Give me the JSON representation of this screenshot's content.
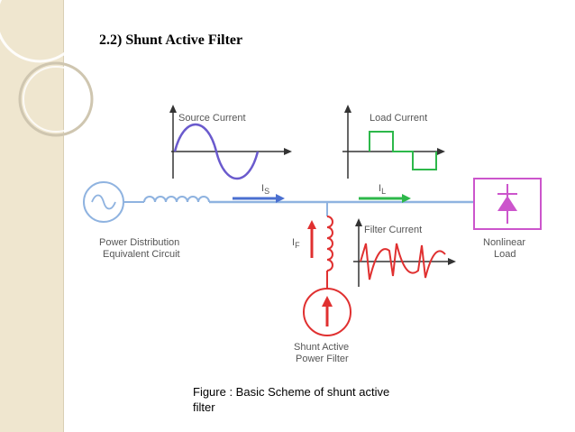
{
  "slide": {
    "title": "2.2) Shunt Active Filter"
  },
  "diagram": {
    "source_current_label": "Source Current",
    "load_current_label": "Load Current",
    "filter_current_label": "Filter Current",
    "is_label": "I",
    "is_sub": "S",
    "il_label": "I",
    "il_sub": "L",
    "if_label": "I",
    "if_sub": "F",
    "source_label_line1": "Power Distribution",
    "source_label_line2": "Equivalent Circuit",
    "load_label_line1": "Nonlinear",
    "load_label_line2": "Load",
    "filter_label_line1": "Shunt Active",
    "filter_label_line2": "Power Filter",
    "colors": {
      "source_wave": "#6a5acd",
      "load_wave": "#2db84a",
      "filter_wave": "#e03030",
      "circuit": "#8fb3e0",
      "is_arrow": "#4a6fd0",
      "il_arrow": "#2db84a",
      "filter_red": "#e03030",
      "load_box": "#cc55cc"
    }
  },
  "caption": {
    "line1": "Figure : Basic Scheme of shunt active",
    "line2": "filter"
  }
}
